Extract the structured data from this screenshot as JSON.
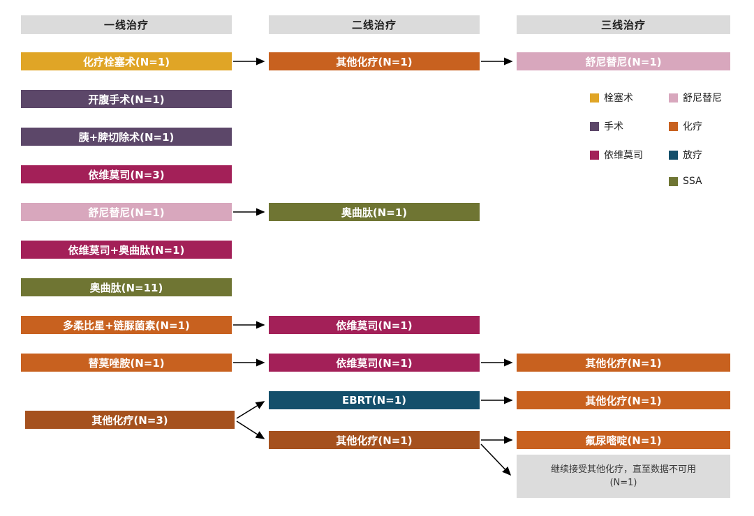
{
  "headers": [
    {
      "label": "一线治疗"
    },
    {
      "label": "二线治疗"
    },
    {
      "label": "三线治疗"
    }
  ],
  "colors": {
    "embolization": "#E0A526",
    "surgery": "#5C4769",
    "everolimus": "#A32058",
    "sunitinib": "#D8A7BD",
    "chemo": "#C8611F",
    "chemo_dark": "#A5511E",
    "radio": "#144F6B",
    "ssa": "#6F7533",
    "header_bg": "#DBDBDB",
    "note_bg": "#DCDCDC"
  },
  "first_line": [
    {
      "label": "化疗栓塞术(N=1)",
      "color": "embolization"
    },
    {
      "label": "开腹手术(N=1)",
      "color": "surgery"
    },
    {
      "label": "胰+脾切除术(N=1)",
      "color": "surgery"
    },
    {
      "label": "依维莫司(N=3)",
      "color": "everolimus"
    },
    {
      "label": "舒尼替尼(N=1)",
      "color": "sunitinib"
    },
    {
      "label": "依维莫司+奥曲肽(N=1)",
      "color": "everolimus"
    },
    {
      "label": "奥曲肽(N=11)",
      "color": "ssa"
    },
    {
      "label": "多柔比星+链脲菌素(N=1)",
      "color": "chemo"
    },
    {
      "label": "替莫唑胺(N=1)",
      "color": "chemo"
    },
    {
      "label": "其他化疗(N=3)",
      "color": "chemo_dark"
    }
  ],
  "second_line": [
    {
      "label": "其他化疗(N=1)",
      "color": "chemo"
    },
    {
      "label": "奥曲肽(N=1)",
      "color": "ssa"
    },
    {
      "label": "依维莫司(N=1)",
      "color": "everolimus"
    },
    {
      "label": "依维莫司(N=1)",
      "color": "everolimus"
    },
    {
      "label": "EBRT(N=1)",
      "color": "radio"
    },
    {
      "label": "其他化疗(N=1)",
      "color": "chemo_dark"
    }
  ],
  "third_line": [
    {
      "label": "舒尼替尼(N=1)",
      "color": "sunitinib"
    },
    {
      "label": "其他化疗(N=1)",
      "color": "chemo"
    },
    {
      "label": "其他化疗(N=1)",
      "color": "chemo"
    },
    {
      "label": "氟尿嘧啶(N=1)",
      "color": "chemo"
    }
  ],
  "note": {
    "line1": "继续接受其他化疗，直至数据不可用",
    "line2": "(N=1)"
  },
  "legend": [
    {
      "label": "栓塞术",
      "color": "embolization"
    },
    {
      "label": "手术",
      "color": "surgery"
    },
    {
      "label": "依维莫司",
      "color": "everolimus"
    },
    {
      "label": "舒尼替尼",
      "color": "sunitinib"
    },
    {
      "label": "化疗",
      "color": "chemo"
    },
    {
      "label": "放疗",
      "color": "radio"
    },
    {
      "label": "SSA",
      "color": "ssa"
    }
  ]
}
